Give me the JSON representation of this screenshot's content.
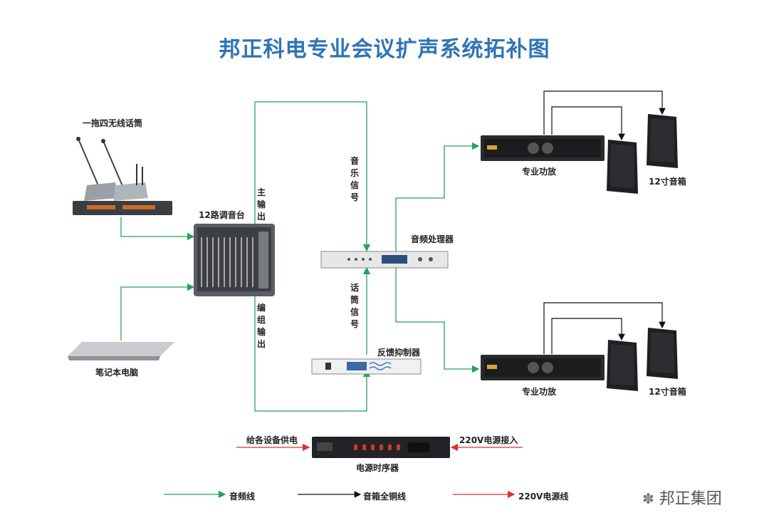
{
  "title": "邦正科电专业会议扩声系统拓补图",
  "devices": {
    "wireless_mic": "一拖四无线话筒",
    "mixer": "12路调音台",
    "laptop": "笔记本电脑",
    "processor": "音频处理器",
    "feedback": "反馈抑制器",
    "amp_top": "专业功放",
    "amp_bottom": "专业功放",
    "speaker_top": "12寸音箱",
    "speaker_bottom": "12寸音箱",
    "power_seq": "电源时序器"
  },
  "signals": {
    "main_out": "主输出",
    "group_out": "编组输出",
    "music": "音乐信号",
    "mic": "话筒信号"
  },
  "power": {
    "supply": "给各设备供电",
    "input": "220V电源接入"
  },
  "legend": {
    "audio": "音频线",
    "speaker": "音箱全铜线",
    "power": "220V电源线"
  },
  "watermark": "邦正集团",
  "colors": {
    "title": "#2e74b5",
    "audio_line": "#22a35a",
    "speaker_line": "#111111",
    "power_line": "#e03030"
  }
}
